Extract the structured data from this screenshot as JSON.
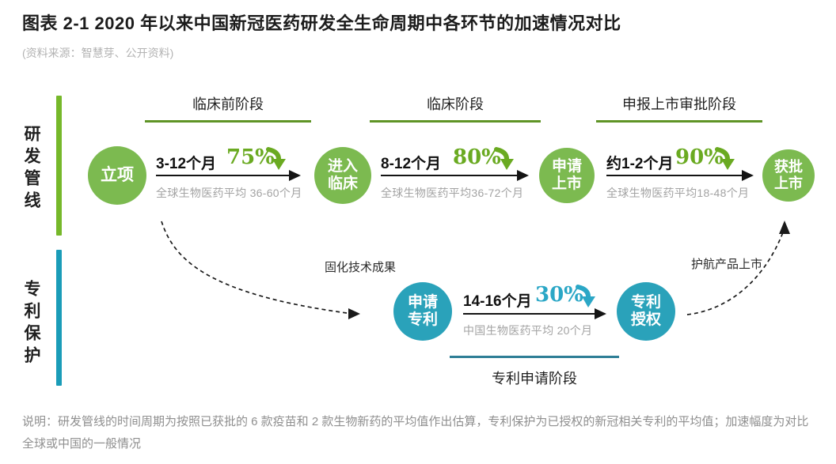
{
  "title": "图表 2-1 2020 年以来中国新冠医药研发全生命周期中各环节的加速情况对比",
  "source": "(资料来源：智慧芽、公开资料)",
  "colors": {
    "green_bar": "#76b82a",
    "green_circle": "#7cba50",
    "green_stage_line": "#5f9426",
    "green_pct": "#6aaa21",
    "teal_bar": "#1a9cb8",
    "teal_circle": "#2aa2ba",
    "teal_pct": "#2ba7c6",
    "teal_stage_line": "#2e7e96",
    "arrow_black": "#141414",
    "baseline_gray": "#a3a3a3",
    "note_gray": "#8f8f8f"
  },
  "tracks": {
    "rnd": {
      "label": "研发管线"
    },
    "patent": {
      "label": "专利保护"
    }
  },
  "stages": {
    "preclinical": "临床前阶段",
    "clinical": "临床阶段",
    "approval": "申报上市审批阶段",
    "patent_filing": "专利申请阶段"
  },
  "rnd": {
    "nodes": [
      {
        "l1": "立项"
      },
      {
        "l1": "进入",
        "l2": "临床"
      },
      {
        "l1": "申请",
        "l2": "上市"
      },
      {
        "l1": "获批",
        "l2": "上市"
      }
    ],
    "segments": [
      {
        "duration": "3-12个月",
        "pct": "75%",
        "baseline": "全球生物医药平均 36-60个月"
      },
      {
        "duration": "8-12个月",
        "pct": "80%",
        "baseline": "全球生物医药平均36-72个月"
      },
      {
        "duration": "约1-2个月",
        "pct": "90%",
        "baseline": "全球生物医药平均18-48个月"
      }
    ]
  },
  "patent": {
    "nodes": [
      {
        "l1": "申请",
        "l2": "专利"
      },
      {
        "l1": "专利",
        "l2": "授权"
      }
    ],
    "segment": {
      "duration": "14-16个月",
      "pct": "30%",
      "baseline": "中国生物医药平均 20个月"
    }
  },
  "annotations": {
    "solidify": "固化技术成果",
    "escort": "护航产品上市"
  },
  "note": "说明：研发管线的时间周期为按照已获批的 6 款疫苗和 2 款生物新药的平均值作出估算，专利保护为已授权的新冠相关专利的平均值；加速幅度为对比全球或中国的一般情况"
}
